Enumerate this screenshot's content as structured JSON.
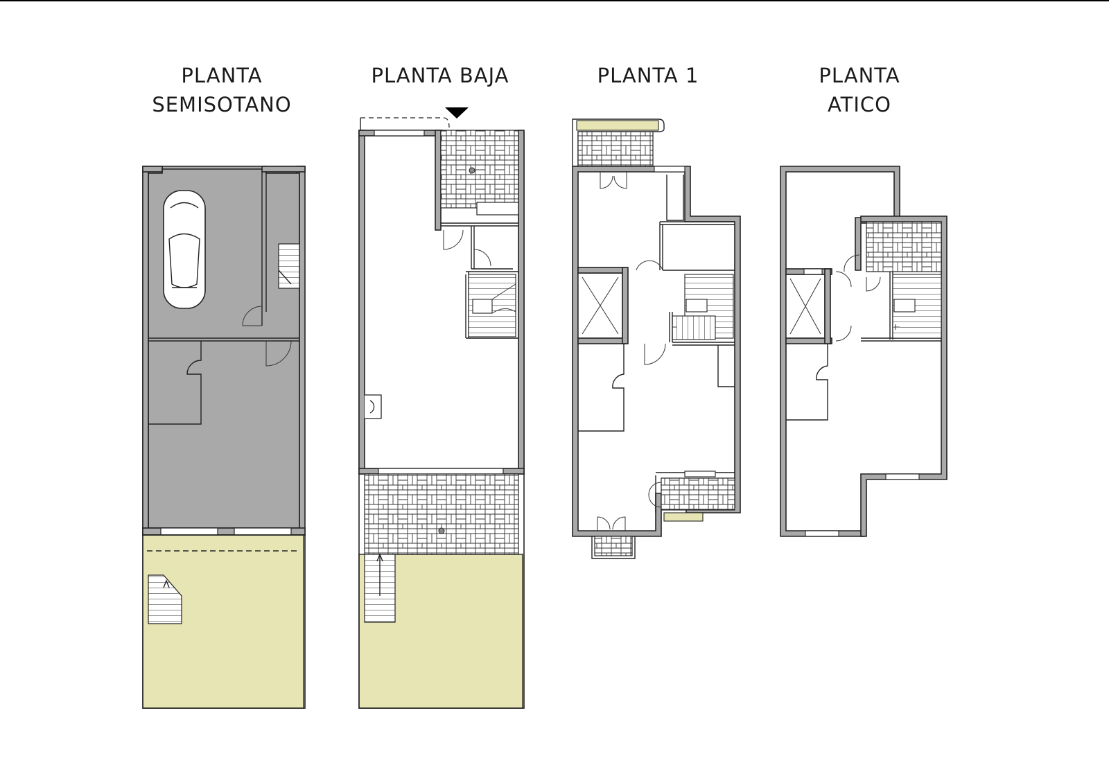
{
  "plans": [
    {
      "id": "semisotano",
      "title_lines": [
        "PLANTA",
        "SEMISOTANO"
      ]
    },
    {
      "id": "baja",
      "title_lines": [
        "PLANTA BAJA"
      ]
    },
    {
      "id": "planta1",
      "title_lines": [
        "PLANTA 1"
      ]
    },
    {
      "id": "atico",
      "title_lines": [
        "PLANTA",
        "ATICO"
      ]
    }
  ],
  "colors": {
    "wall": "#a9a9a9",
    "yard": "#e6e5b3",
    "line": "#222222",
    "top_rule": "#000000"
  },
  "icons": [
    "car-icon",
    "entrance-arrow-icon",
    "staircase-icon",
    "paving-pattern",
    "shaft-cross-icon",
    "door-swing-icon"
  ]
}
